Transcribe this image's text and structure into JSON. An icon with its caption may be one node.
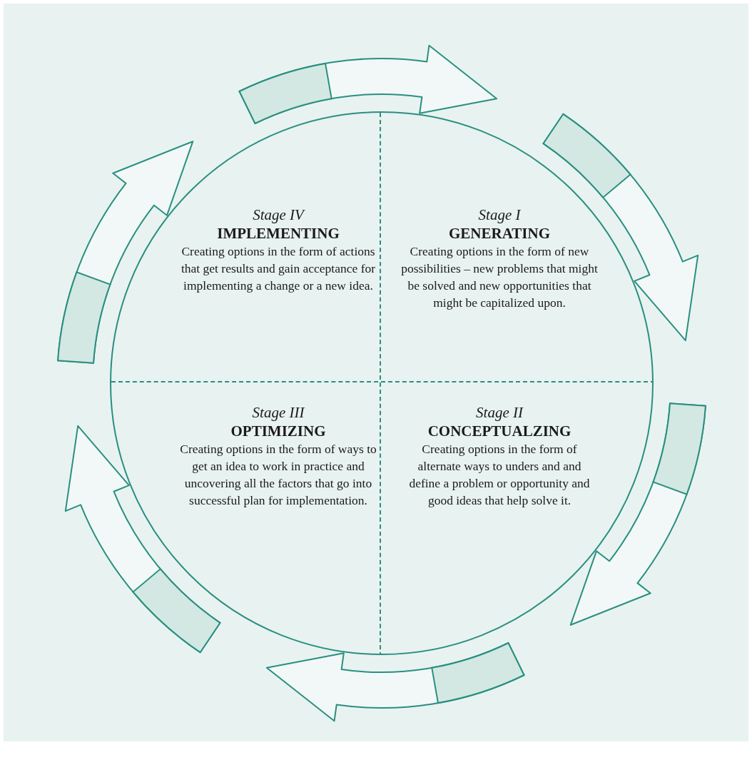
{
  "diagram": {
    "nodes": [
      {
        "text": [],
        "shape": "circle"
      },
      {
        "text": [
          "Stage IV",
          "IMPLEMENTING",
          "Creating options in the form of actions that get results and gain acceptance for implementing a change or a new idea."
        ],
        "in": 0
      },
      {
        "text": [
          "Stage I",
          "GENERATING",
          "Creating options in the form of new possibilities – new problems that might be solved and new opportunities that might be capitalized upon."
        ],
        "in": 0
      },
      {
        "text": [
          "Stage III",
          "OPTIMIZING",
          "Creating options in the form of ways to get an idea to work in practice and uncovering all the factors that go into successful plan for implementation."
        ],
        "in": 0
      },
      {
        "text": [
          "Stage II",
          "CONCEPTUALZING",
          "Creating options in the form of alternate ways to unders and and define a problem or opportunity and good ideas that help solve it."
        ],
        "in": 0
      }
    ]
  }
}
